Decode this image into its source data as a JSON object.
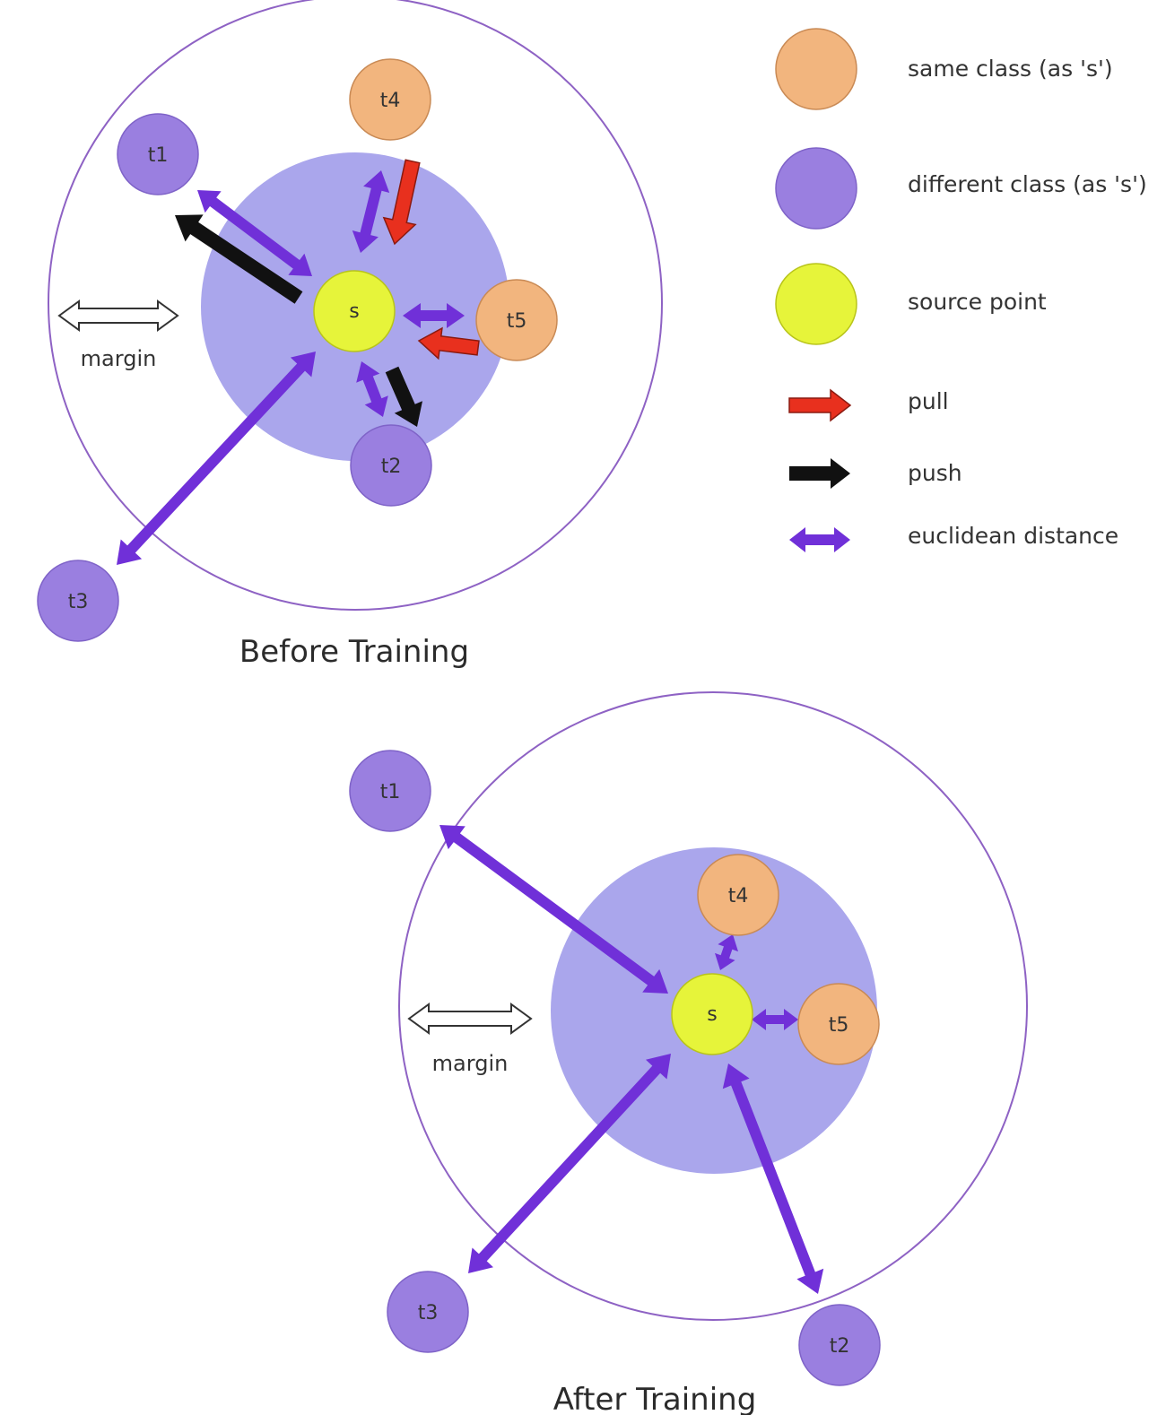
{
  "colors": {
    "same_class": "#f2b57e",
    "different_class": "#9a7fe0",
    "source_point": "#e6f43a",
    "pull": "#e8301e",
    "push": "#111111",
    "distance": "#7030d8",
    "margin_zone": "#aaa6ec",
    "boundary": "#8e62c4"
  },
  "legend": {
    "same_class": "same class (as 's')",
    "different_class": "different class (as 's')",
    "source_point": "source point",
    "pull": "pull",
    "push": "push",
    "distance": "euclidean distance"
  },
  "before": {
    "caption": "Before Training",
    "margin_label": "margin",
    "source_label": "s",
    "nodes": [
      {
        "id": "t1",
        "label": "t1",
        "class": "different"
      },
      {
        "id": "t2",
        "label": "t2",
        "class": "different"
      },
      {
        "id": "t3",
        "label": "t3",
        "class": "different"
      },
      {
        "id": "t4",
        "label": "t4",
        "class": "same"
      },
      {
        "id": "t5",
        "label": "t5",
        "class": "same"
      }
    ]
  },
  "after": {
    "caption": "After Training",
    "margin_label": "margin",
    "source_label": "s",
    "nodes": [
      {
        "id": "t1",
        "label": "t1",
        "class": "different"
      },
      {
        "id": "t2",
        "label": "t2",
        "class": "different"
      },
      {
        "id": "t3",
        "label": "t3",
        "class": "different"
      },
      {
        "id": "t4",
        "label": "t4",
        "class": "same"
      },
      {
        "id": "t5",
        "label": "t5",
        "class": "same"
      }
    ]
  }
}
